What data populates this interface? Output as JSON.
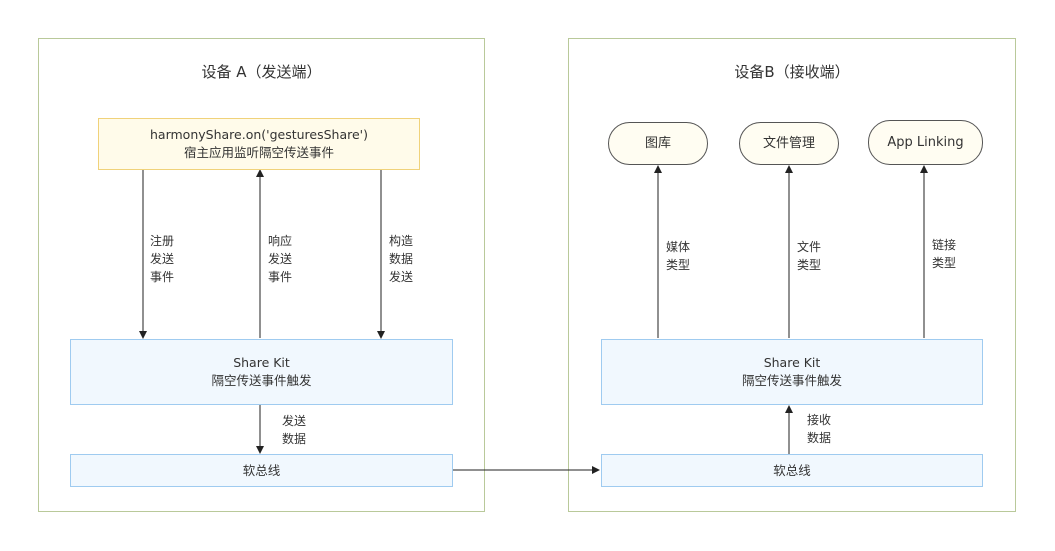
{
  "panels": {
    "sender": {
      "title": "设备 A（发送端）"
    },
    "receiver": {
      "title": "设备B（接收端）"
    }
  },
  "nodes": {
    "host_app": {
      "line1": "harmonyShare.on('gesturesShare')",
      "line2": "宿主应用监听隔空传送事件"
    },
    "sharekit_a": {
      "line1": "Share Kit",
      "line2": "隔空传送事件触发"
    },
    "softbus_a": {
      "line1": "软总线"
    },
    "gallery": {
      "line1": "图库"
    },
    "file_manager": {
      "line1": "文件管理"
    },
    "app_linking": {
      "line1": "App Linking"
    },
    "sharekit_b": {
      "line1": "Share Kit",
      "line2": "隔空传送事件触发"
    },
    "softbus_b": {
      "line1": "软总线"
    }
  },
  "edge_labels": {
    "register": [
      "注册",
      "发送",
      "事件"
    ],
    "respond": [
      "响应",
      "发送",
      "事件"
    ],
    "construct": [
      "构造",
      "数据",
      "发送"
    ],
    "send_data": [
      "发送",
      "数据"
    ],
    "receive_data": [
      "接收",
      "数据"
    ],
    "media_type": [
      "媒体",
      "类型"
    ],
    "file_type": [
      "文件",
      "类型"
    ],
    "link_type": [
      "链接",
      "类型"
    ]
  },
  "colors": {
    "panel_border": "#b9c99a",
    "yellow_fill": "#fffbea",
    "yellow_border": "#f0d27a",
    "blue_fill": "#f1f8fe",
    "blue_border": "#9fcbf0",
    "arrow": "#222222"
  }
}
